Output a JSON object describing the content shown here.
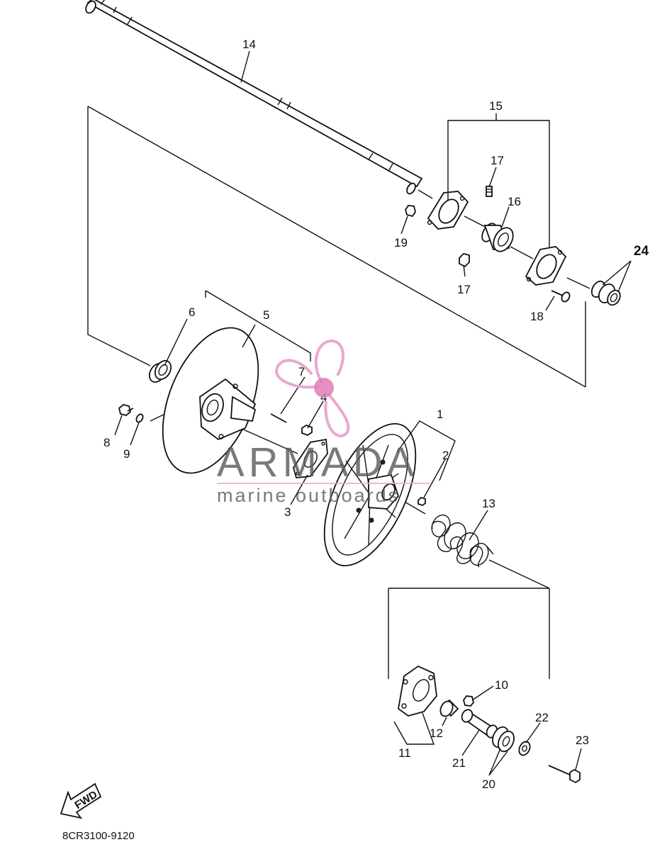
{
  "diagram": {
    "callouts": {
      "p1": "1",
      "p2": "2",
      "p3": "3",
      "p4": "4",
      "p5": "5",
      "p6": "6",
      "p7": "7",
      "p8": "8",
      "p9": "9",
      "p10": "10",
      "p11": "11",
      "p12": "12",
      "p13": "13",
      "p14": "14",
      "p15": "15",
      "p16": "16",
      "p17a": "17",
      "p17b": "17",
      "p18": "18",
      "p19": "19",
      "p20": "20",
      "p21": "21",
      "p22": "22",
      "p23": "23",
      "p24": "24"
    },
    "fwd_label": "FWD",
    "drawing_code": "8CR3100-9120"
  },
  "watermark": {
    "brand": "ARMADA",
    "tagline": "marine outboards",
    "logo_color": "#e8a9cf",
    "logo_center_color": "#e07bb8",
    "text_color": "#555555"
  }
}
